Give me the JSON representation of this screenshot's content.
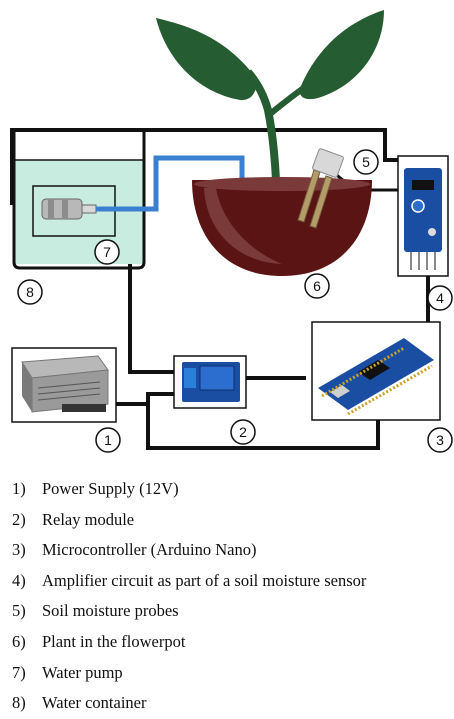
{
  "markers": {
    "m1": "1",
    "m2": "2",
    "m3": "3",
    "m4": "4",
    "m5": "5",
    "m6": "6",
    "m7": "7",
    "m8": "8"
  },
  "legend": [
    {
      "num": "1)",
      "text": "Power Supply (12V)"
    },
    {
      "num": "2)",
      "text": "Relay module"
    },
    {
      "num": "3)",
      "text": "Microcontroller (Arduino Nano)"
    },
    {
      "num": "4)",
      "text": "Amplifier circuit as part of a soil moisture sensor"
    },
    {
      "num": "5)",
      "text": "Soil moisture probes"
    },
    {
      "num": "6)",
      "text": "Plant in the flowerpot"
    },
    {
      "num": "7)",
      "text": "Water pump"
    },
    {
      "num": "8)",
      "text": "Water container"
    }
  ],
  "colors": {
    "leaf": "#265c32",
    "pot": "#5a1414",
    "soil": "#7a3a3a",
    "water": "#c8ecdf",
    "tube": "#3a7fd0",
    "pcb": "#1a4ea3",
    "wire": "#111111"
  }
}
